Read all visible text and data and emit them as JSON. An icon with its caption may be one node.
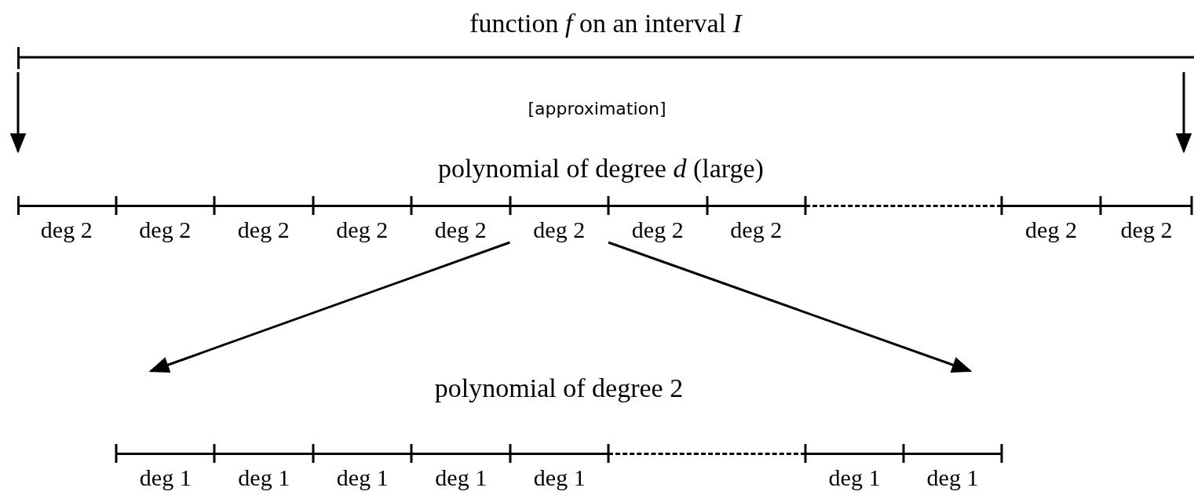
{
  "diagram": {
    "nodes": [
      {
        "text": [
          "function *f* on an interval *I*"
        ]
      },
      {
        "text": [
          "polynomial of degree *d* (large)"
        ]
      },
      {
        "text": [
          "deg 2"
        ],
        "in": 1
      },
      {
        "text": [
          "deg 2"
        ],
        "in": 1
      },
      {
        "text": [
          "deg 2"
        ],
        "in": 1
      },
      {
        "text": [
          "deg 2"
        ],
        "in": 1
      },
      {
        "text": [
          "deg 2"
        ],
        "in": 1
      },
      {
        "text": [
          "deg 2"
        ],
        "in": 1
      },
      {
        "text": [
          "deg 2"
        ],
        "in": 1
      },
      {
        "text": [
          "deg 2"
        ],
        "in": 1
      },
      {
        "text": [],
        "shape": "bar",
        "in": 1
      },
      {
        "text": [
          "deg 2"
        ],
        "in": 1
      },
      {
        "text": [
          "deg 2"
        ],
        "in": 1
      },
      {
        "text": [
          "polynomial of degree 2"
        ]
      },
      {
        "text": [
          "deg 1"
        ],
        "in": 13
      },
      {
        "text": [
          "deg 1"
        ],
        "in": 13
      },
      {
        "text": [
          "deg 1"
        ],
        "in": 13
      },
      {
        "text": [
          "deg 1"
        ],
        "in": 13
      },
      {
        "text": [
          "deg 1"
        ],
        "in": 13
      },
      {
        "text": [],
        "shape": "bar",
        "in": 13
      },
      {
        "text": [
          "deg 1"
        ],
        "in": 13
      },
      {
        "text": [
          "deg 1"
        ],
        "in": 13
      }
    ],
    "edges": [
      {
        "from": 0,
        "to": 1,
        "arrow": "to"
      },
      {
        "from": 0,
        "to": 1,
        "arrow": "to"
      },
      {
        "from": 7,
        "to": 13,
        "arrow": "to"
      },
      {
        "from": 7,
        "to": 13,
        "arrow": "to"
      }
    ],
    "labels": [
      "[approximation]"
    ]
  }
}
